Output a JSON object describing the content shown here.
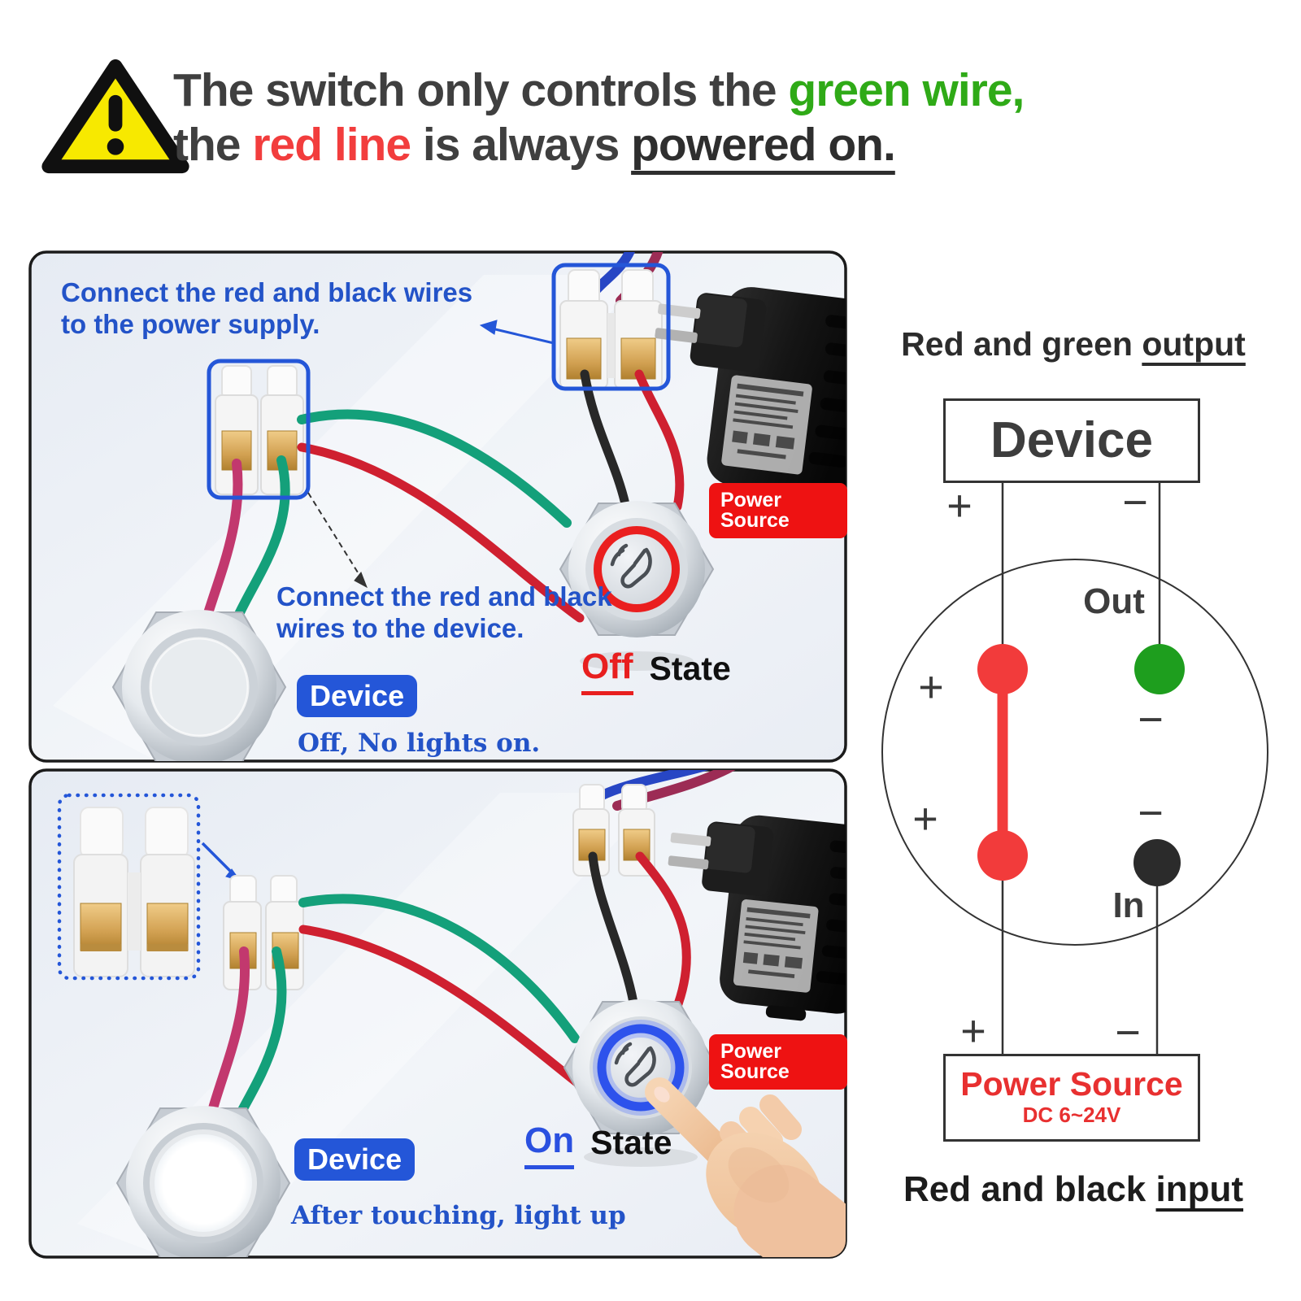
{
  "header": {
    "line1_part1": "The switch only controls the ",
    "line1_part2": "green wire,",
    "line2_part1": "the ",
    "line2_part2": "red line",
    "line2_part3": " is always ",
    "line2_part4": "powered on."
  },
  "panel_top": {
    "caption_power_line1": "Connect the red and black wires",
    "caption_power_line2": "to the power supply.",
    "caption_device_line1": "Connect the red and black",
    "caption_device_line2": "wires to the device.",
    "power_badge": "Power Source",
    "device_badge": "Device",
    "note": "Off, No lights on.",
    "state_word": "Off",
    "state_label": "State"
  },
  "panel_bottom": {
    "power_badge": "Power Source",
    "device_badge": "Device",
    "note": "After touching, light up",
    "state_word": "On",
    "state_label": "State"
  },
  "diagram": {
    "title_prefix": "Red and green ",
    "title_underlined": "output",
    "device_label": "Device",
    "out_label": "Out",
    "in_label": "In",
    "plus": "+",
    "minus": "−",
    "power_name": "Power Source",
    "power_voltage": "DC 6~24V",
    "footer_prefix": "Red and black ",
    "footer_underlined": "input"
  },
  "colors": {
    "accent_blue": "#2456d8",
    "warning_yellow": "#f7e900",
    "green_wire": "#14a07a",
    "red_wire": "#cf2030",
    "badge_red": "#ee1212",
    "dot_red": "#f23b3b",
    "dot_green": "#1e9e1e",
    "dot_black": "#2b2b2b"
  }
}
